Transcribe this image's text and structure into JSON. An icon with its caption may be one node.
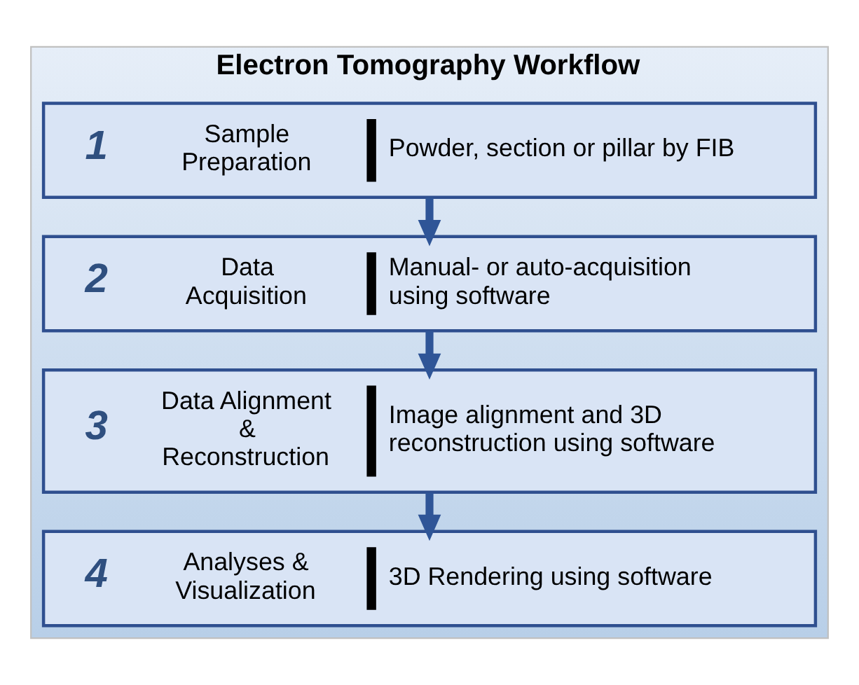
{
  "diagram": {
    "nodes": [
      {
        "text": [
          "Electron Tomography Workflow"
        ]
      },
      {
        "text": [
          "1",
          "Sample Preparation",
          "Powder, section or pillar by FIB"
        ],
        "in": 0
      },
      {
        "text": [
          "2",
          "Data Acquisition",
          "Manual- or auto-acquisition using software"
        ],
        "in": 0
      },
      {
        "text": [
          "3",
          "Data Alignment & Reconstruction",
          "Image alignment and 3D reconstruction using software"
        ],
        "in": 0
      },
      {
        "text": [
          "4",
          "Analyses & Visualization",
          "3D Rendering using software"
        ],
        "in": 0
      }
    ],
    "edges": [
      {
        "from": 1,
        "to": 2,
        "arrow": "to"
      },
      {
        "from": 2,
        "to": 3,
        "arrow": "to"
      },
      {
        "from": 3,
        "to": 4,
        "arrow": "to"
      }
    ]
  }
}
